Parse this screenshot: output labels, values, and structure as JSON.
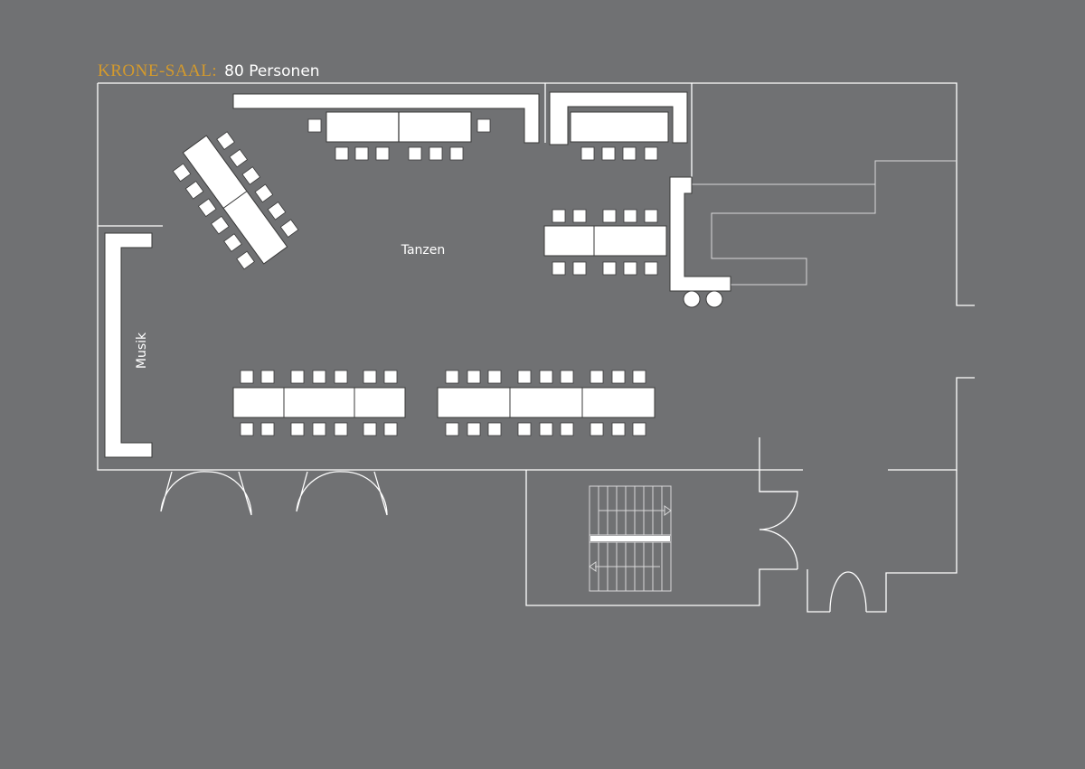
{
  "title": {
    "venue": "KRONE-SAAL:",
    "capacity": "80 Personen"
  },
  "labels": {
    "dance_area": "Tanzen",
    "music_area": "Musik"
  },
  "colors": {
    "background": "#707173",
    "venue_accent": "#d49a2c",
    "lines": "#ffffff"
  }
}
